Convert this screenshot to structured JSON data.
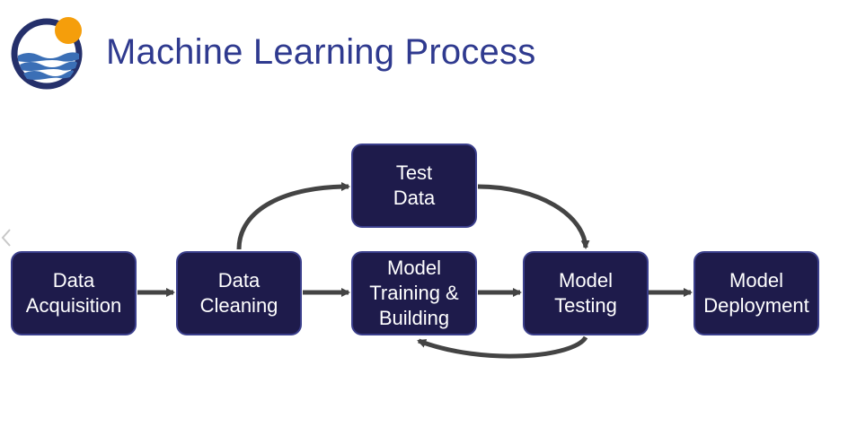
{
  "header": {
    "title": "Machine Learning Process"
  },
  "colors": {
    "title": "#2f3a8f",
    "node_fill": "#1e1b4b",
    "node_border": "#3b3f8c",
    "arrow": "#444444",
    "logo_orange": "#f59e0b",
    "logo_navy": "#25306b",
    "logo_blue": "#3b6fb6"
  },
  "nodes": {
    "acquisition": {
      "line1": "Data",
      "line2": "Acquisition"
    },
    "cleaning": {
      "line1": "Data",
      "line2": "Cleaning"
    },
    "test_data": {
      "line1": "Test",
      "line2": "Data"
    },
    "training": {
      "line1": "Model",
      "line2": "Training &",
      "line3": "Building"
    },
    "testing": {
      "line1": "Model",
      "line2": "Testing"
    },
    "deployment": {
      "line1": "Model",
      "line2": "Deployment"
    }
  },
  "edges": [
    {
      "from": "Data Acquisition",
      "to": "Data Cleaning"
    },
    {
      "from": "Data Cleaning",
      "to": "Test Data"
    },
    {
      "from": "Data Cleaning",
      "to": "Model Training & Building"
    },
    {
      "from": "Test Data",
      "to": "Model Testing"
    },
    {
      "from": "Model Training & Building",
      "to": "Model Testing"
    },
    {
      "from": "Model Testing",
      "to": "Model Training & Building"
    },
    {
      "from": "Model Testing",
      "to": "Model Deployment"
    }
  ],
  "icons": {
    "logo": "sun-over-waves-logo",
    "prev": "chevron-left-icon"
  }
}
